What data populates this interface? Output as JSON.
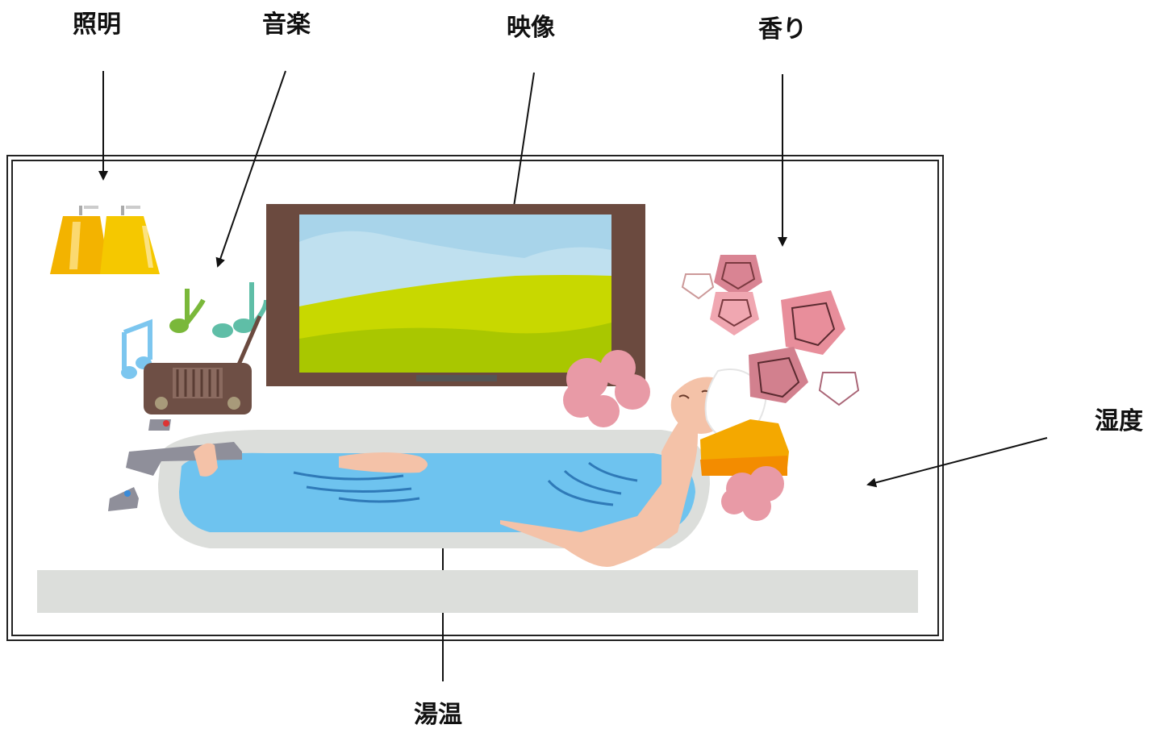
{
  "labels": {
    "lighting": "照明",
    "music": "音楽",
    "video": "映像",
    "scent": "香り",
    "humidity": "湿度",
    "water_temperature": "湯温"
  },
  "colors": {
    "frame": "#222222",
    "tv_bezel": "#6b4a3f",
    "sky": "#bfe0ef",
    "grass": "#c8d800",
    "water": "#6ec3ef",
    "tub": "#dcdedb",
    "lamp": "#f5c800",
    "rose": "#e6909c",
    "towel": "#f4a800",
    "skin": "#f4c2a8"
  },
  "icons": [
    "lamp-icon",
    "music-note-icon",
    "radio-icon",
    "tv-icon",
    "rose-icon",
    "faucet-icon",
    "bathtub-icon",
    "woman-icon"
  ]
}
